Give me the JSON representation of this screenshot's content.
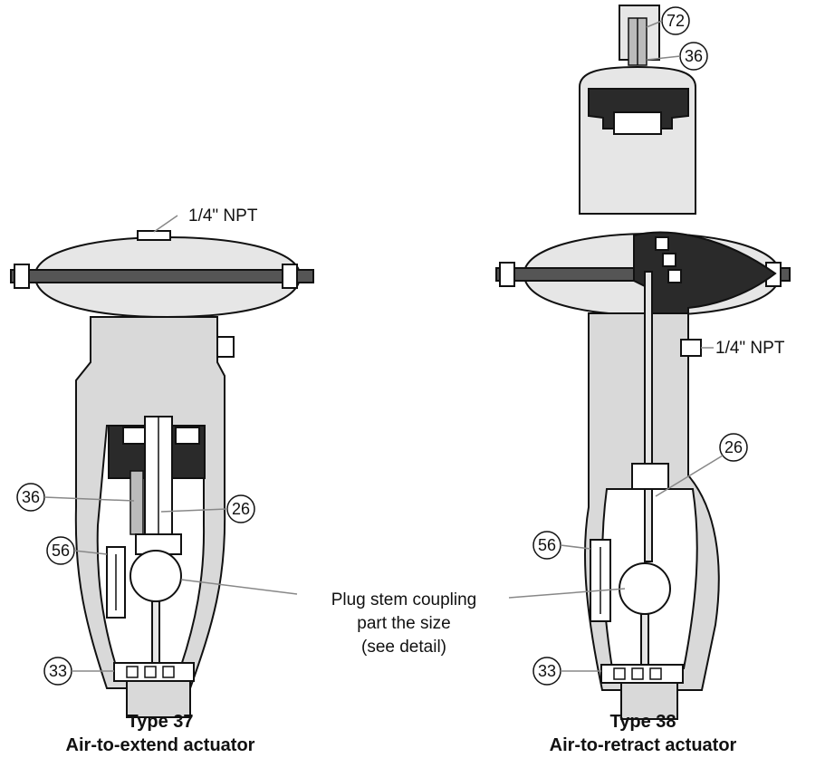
{
  "left": {
    "port_label": "1/4\" NPT",
    "callouts": [
      "36",
      "26",
      "56",
      "33"
    ],
    "caption_type": "Type 37",
    "caption_desc": "Air-to-extend actuator"
  },
  "right": {
    "port_label": "1/4\" NPT",
    "callouts": [
      "72",
      "36",
      "26",
      "56",
      "33"
    ],
    "caption_type": "Type 38",
    "caption_desc": "Air-to-retract actuator"
  },
  "coupling_note": {
    "line1": "Plug stem coupling",
    "line2": "part the size",
    "line3": "(see detail)"
  }
}
